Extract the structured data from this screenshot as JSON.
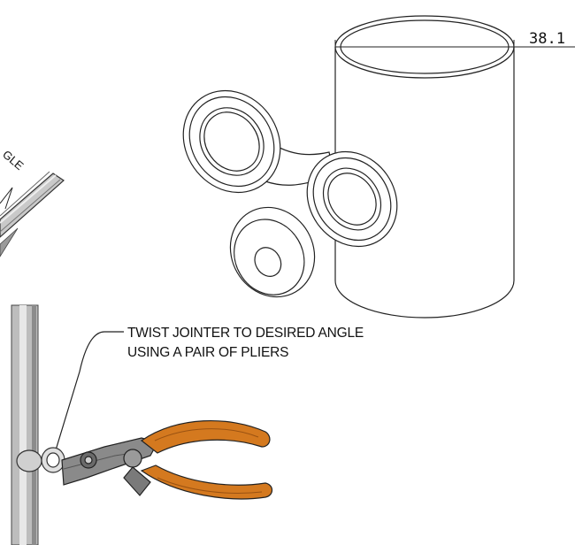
{
  "diagram": {
    "dimension_label": "38.1",
    "partial_label": "GLE",
    "note_line1": "TWIST JOINTER TO DESIRED ANGLE",
    "note_line2": "USING A PAIR OF PLIERS"
  },
  "colors": {
    "line": "#222222",
    "plier_handle": "#d4791f",
    "plier_handle_dark": "#9a5212",
    "plier_head": "#8a8a8a",
    "pipe": "#b5b5b5"
  }
}
